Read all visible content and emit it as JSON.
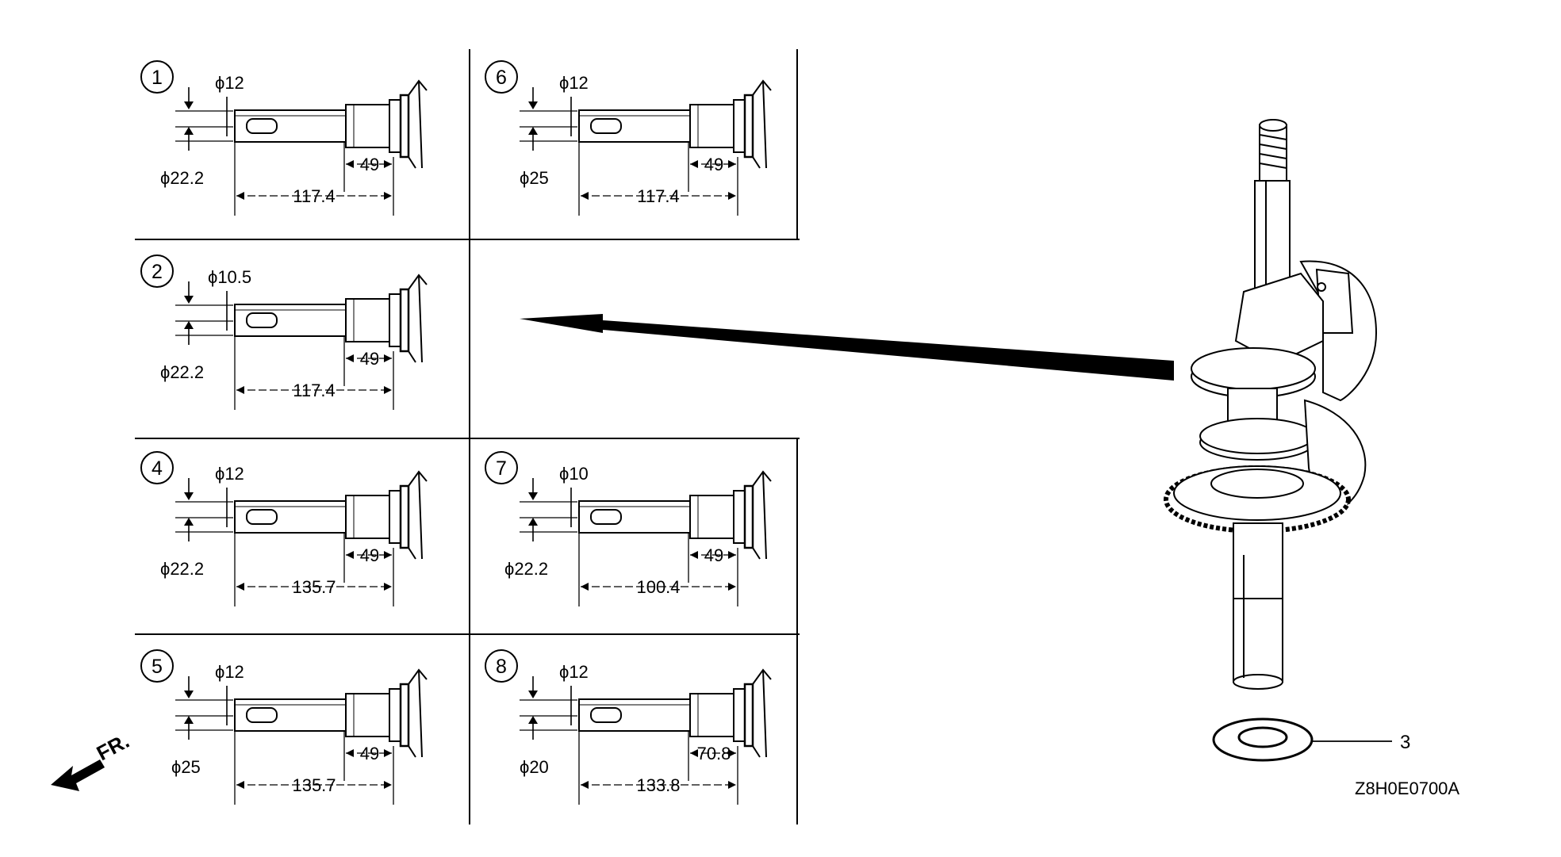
{
  "diagram": {
    "panels": [
      {
        "num": "1",
        "dia_small": "ϕ12",
        "dia_large": "ϕ22.2",
        "len_short": "49",
        "len_total": "117.4"
      },
      {
        "num": "6",
        "dia_small": "ϕ12",
        "dia_large": "ϕ25",
        "len_short": "49",
        "len_total": "117.4"
      },
      {
        "num": "2",
        "dia_small": "ϕ10.5",
        "dia_large": "ϕ22.2",
        "len_short": "49",
        "len_total": "117.4"
      },
      {
        "num": "4",
        "dia_small": "ϕ12",
        "dia_large": "ϕ22.2",
        "len_short": "49",
        "len_total": "135.7"
      },
      {
        "num": "7",
        "dia_small": "ϕ10",
        "dia_large": "ϕ22.2",
        "len_short": "49",
        "len_total": "100.4"
      },
      {
        "num": "5",
        "dia_small": "ϕ12",
        "dia_large": "ϕ25",
        "len_short": "49",
        "len_total": "135.7"
      },
      {
        "num": "8",
        "dia_small": "ϕ12",
        "dia_large": "ϕ20",
        "len_short": "70.8",
        "len_total": "133.8"
      }
    ],
    "front_label": "FR.",
    "washer_callout": "3",
    "drawing_code": "Z8H0E0700A"
  }
}
